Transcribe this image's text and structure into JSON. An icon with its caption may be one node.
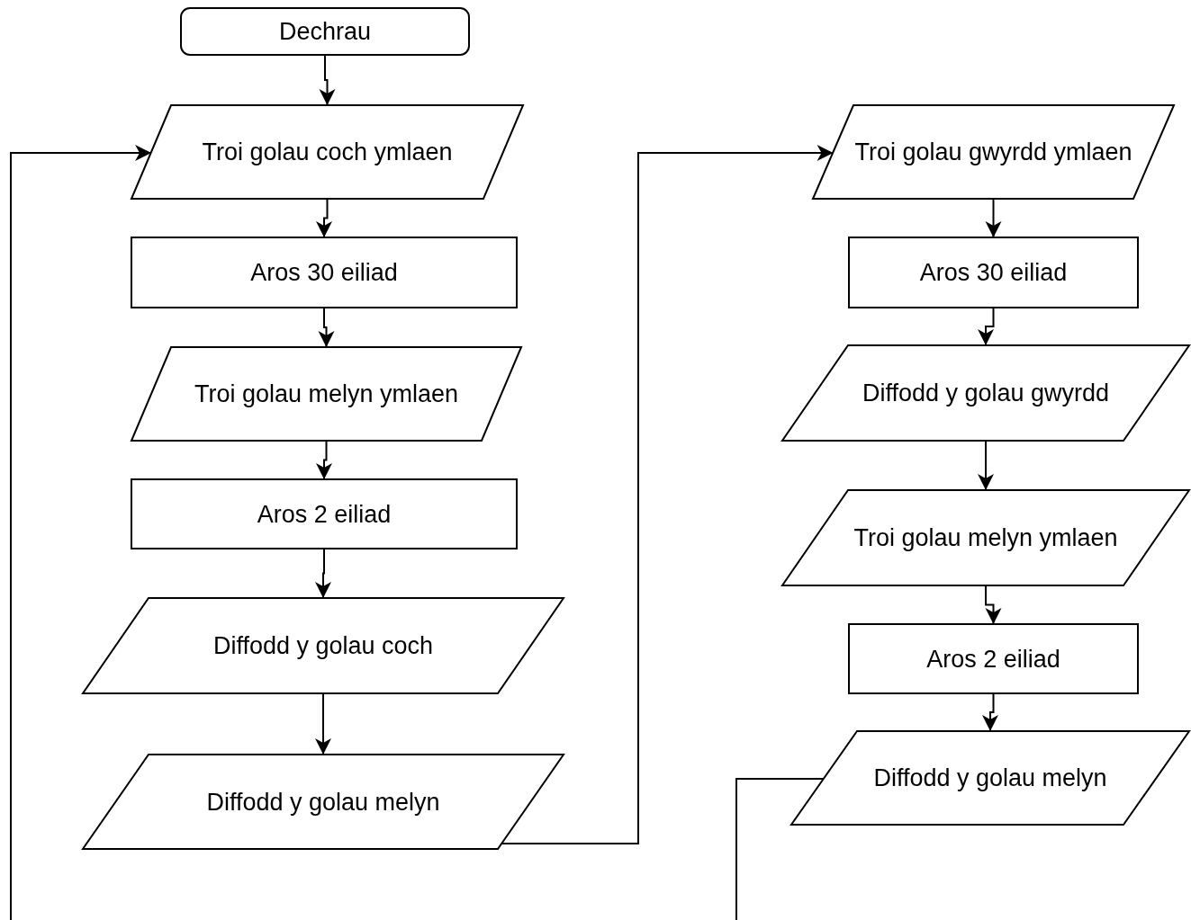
{
  "diagram": {
    "nodes": [
      {
        "text": [
          "Dechrau"
        ]
      },
      {
        "text": [
          "Troi golau coch ymlaen"
        ]
      },
      {
        "text": [
          "Aros 30 eiliad"
        ]
      },
      {
        "text": [
          "Troi golau melyn ymlaen"
        ]
      },
      {
        "text": [
          "Aros 2 eiliad"
        ]
      },
      {
        "text": [
          "Diffodd y golau coch"
        ]
      },
      {
        "text": [
          "Diffodd y golau melyn"
        ]
      },
      {
        "text": [
          "Troi golau gwyrdd ymlaen"
        ]
      },
      {
        "text": [
          "Aros 30 eiliad"
        ]
      },
      {
        "text": [
          "Diffodd y golau gwyrdd"
        ]
      },
      {
        "text": [
          "Troi golau melyn ymlaen"
        ]
      },
      {
        "text": [
          "Aros 2 eiliad"
        ]
      },
      {
        "text": [
          "Diffodd y golau melyn"
        ]
      }
    ],
    "edges": [
      {
        "from": 0,
        "to": 1,
        "arrow": "to"
      },
      {
        "from": 1,
        "to": 2,
        "arrow": "to"
      },
      {
        "from": 2,
        "to": 3,
        "arrow": "to"
      },
      {
        "from": 3,
        "to": 4,
        "arrow": "to"
      },
      {
        "from": 4,
        "to": 5,
        "arrow": "to"
      },
      {
        "from": 5,
        "to": 6,
        "arrow": "to"
      },
      {
        "from": 6,
        "to": 7,
        "arrow": "to"
      },
      {
        "from": 7,
        "to": 8,
        "arrow": "to"
      },
      {
        "from": 8,
        "to": 9,
        "arrow": "to"
      },
      {
        "from": 9,
        "to": 10,
        "arrow": "to"
      },
      {
        "from": 10,
        "to": 11,
        "arrow": "to"
      },
      {
        "from": 11,
        "to": 12,
        "arrow": "to"
      },
      {
        "from": 12,
        "to": null,
        "arrow": "none"
      },
      {
        "from": null,
        "to": 1,
        "arrow": "to"
      }
    ]
  }
}
